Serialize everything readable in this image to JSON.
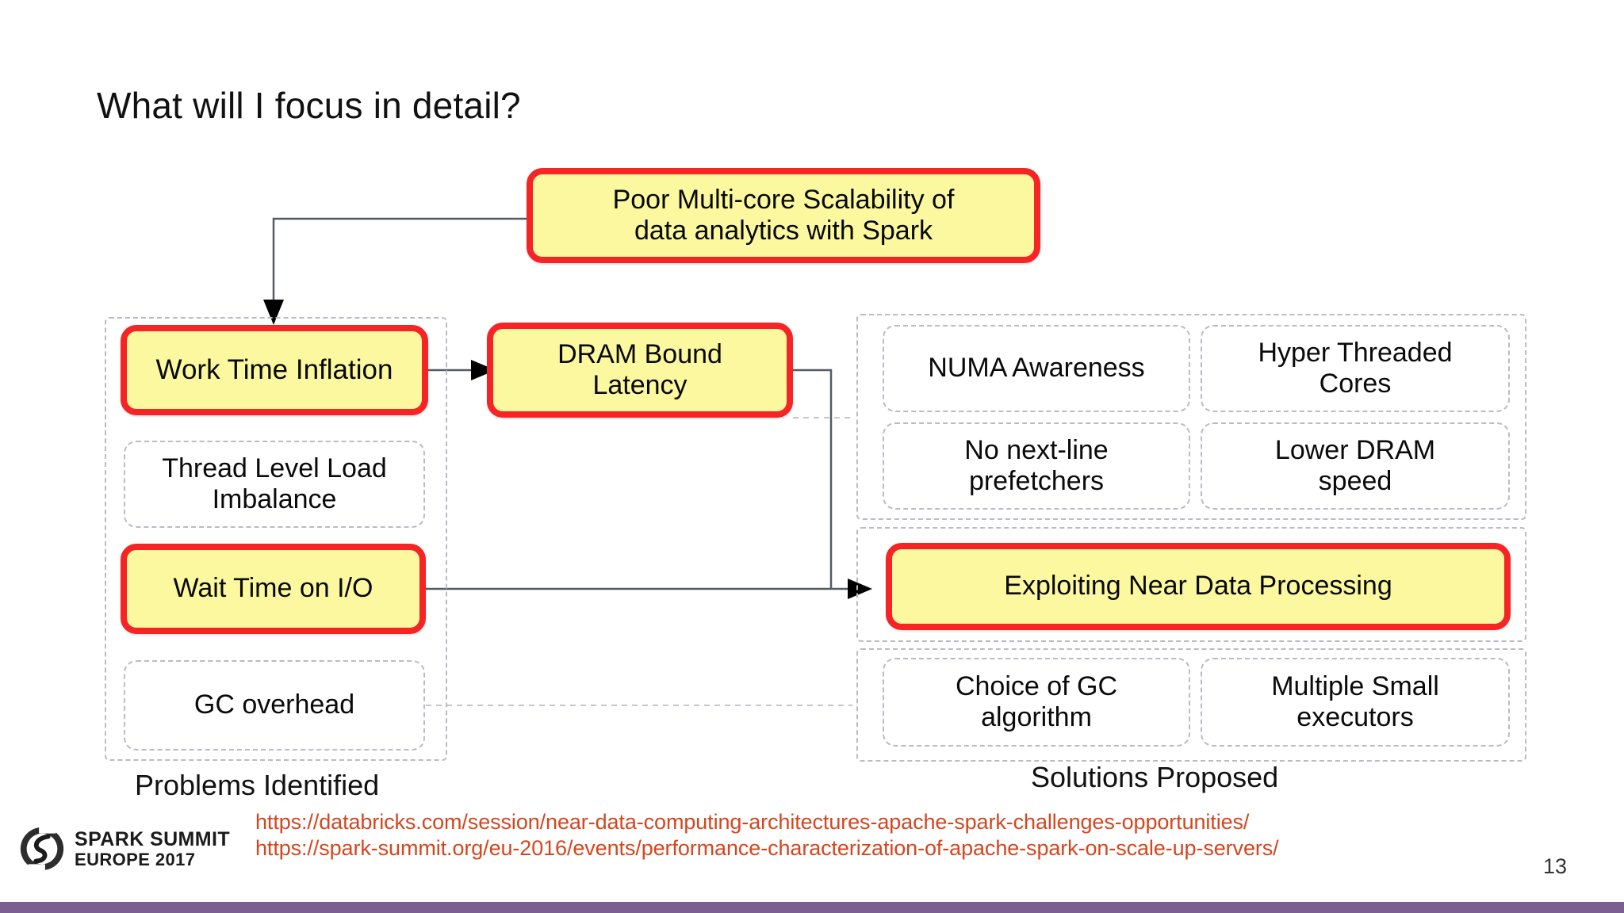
{
  "slide": {
    "title": "What will I focus in detail?",
    "page_number": "13"
  },
  "root_problem": {
    "line1": "Poor Multi-core Scalability of",
    "line2": "data analytics with Spark"
  },
  "problems": {
    "caption": "Problems Identified",
    "items": [
      {
        "label": "Work Time Inflation",
        "highlighted": true
      },
      {
        "line1": "Thread Level Load",
        "line2": "Imbalance",
        "highlighted": false
      },
      {
        "label": "Wait Time on I/O",
        "highlighted": true
      },
      {
        "label": "GC overhead",
        "highlighted": false
      }
    ]
  },
  "intermediate": {
    "line1": "DRAM Bound",
    "line2": "Latency",
    "highlighted": true
  },
  "solutions": {
    "caption": "Solutions Proposed",
    "group_a": [
      {
        "label": "NUMA Awareness"
      },
      {
        "line1": "Hyper Threaded",
        "line2": "Cores"
      },
      {
        "line1": "No next-line",
        "line2": "prefetchers"
      },
      {
        "line1": "Lower DRAM",
        "line2": "speed"
      }
    ],
    "featured": {
      "label": "Exploiting Near Data Processing",
      "highlighted": true
    },
    "group_b": [
      {
        "line1": "Choice of GC",
        "line2": "algorithm"
      },
      {
        "line1": "Multiple Small",
        "line2": "executors"
      }
    ]
  },
  "footer": {
    "link1": "https://databricks.com/session/near-data-computing-architectures-apache-spark-challenges-opportunities/",
    "link2": "https://spark-summit.org/eu-2016/events/performance-characterization-of-apache-spark-on-scale-up-servers/",
    "logo_line1": "SPARK SUMMIT",
    "logo_line2": "EUROPE 2017"
  },
  "colors": {
    "highlight_fill": "#fbf8a0",
    "highlight_border": "#f62424",
    "link": "#d4461f",
    "dashed_border": "#b9bcc4",
    "accent_bar": "#7a6090"
  }
}
